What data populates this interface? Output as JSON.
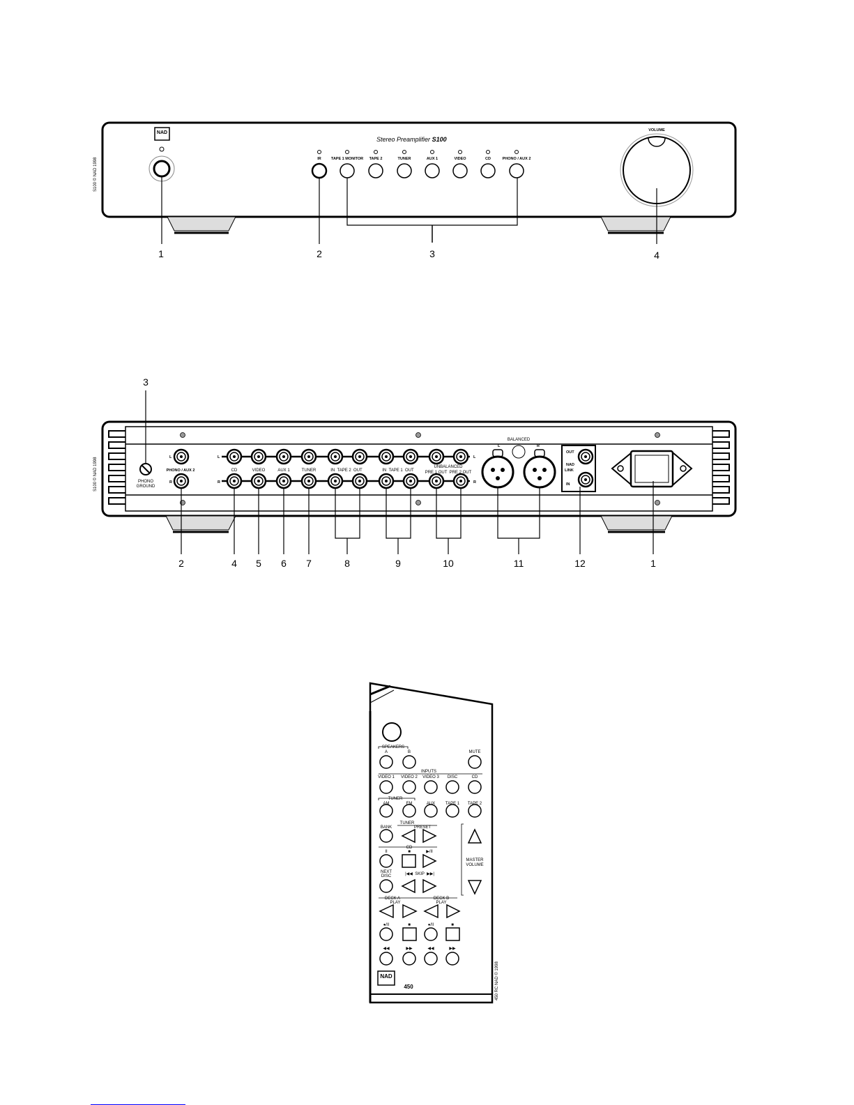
{
  "front_panel": {
    "brand": "NAD",
    "model_title": "Stereo Preamplifier",
    "model_name": "S100",
    "side_copyright": "S100 © NAD 1998",
    "volume_label": "VOLUME",
    "ir_label": "IR",
    "input_labels": [
      "TAPE 1 MONITOR",
      "TAPE 2",
      "TUNER",
      "AUX 1",
      "VIDEO",
      "CD",
      "PHONO / AUX 2"
    ],
    "callouts": [
      "1",
      "2",
      "3",
      "4"
    ]
  },
  "rear_panel": {
    "side_copyright": "S100 © NAD 1998",
    "phono_ground": [
      "PHONO",
      "GROUND"
    ],
    "phono_aux2": "PHONO / AUX 2",
    "channel_l": "L",
    "channel_r": "R",
    "jack_labels": [
      "CD",
      "VIDEO",
      "AUX 1",
      "TUNER"
    ],
    "tape2": "IN  TAPE 2  OUT",
    "tape1": "IN  TAPE 1  OUT",
    "unbalanced": "UNBALANCED",
    "pre_outs": "PRE 1 OUT  PRE 2 OUT",
    "balanced": "BALANCED",
    "nad_link_out": "OUT",
    "nad_link_label": [
      "NAD",
      "LINK"
    ],
    "nad_link_in": "IN",
    "top_callout": "3",
    "callouts": [
      "2",
      "4",
      "5",
      "6",
      "7",
      "8",
      "9",
      "10",
      "11",
      "12",
      "1"
    ]
  },
  "remote": {
    "speakers": "SPEAKERS",
    "speaker_a": "A",
    "speaker_b": "B",
    "mute": "MUTE",
    "inputs": "INPUTS",
    "input_labels": [
      "VIDEO 1",
      "VIDEO 2",
      "VIDEO 3",
      "DISC",
      "CD"
    ],
    "tuner": "TUNER",
    "tuner_row": [
      "AM",
      "FM",
      "AUX",
      "TAPE 1",
      "TAPE 2"
    ],
    "bank": "BANK",
    "preset_tuner": "TUNER",
    "preset": "PRESET",
    "cd": "CD",
    "pause": "II",
    "stop": "■",
    "play_pause": "▶/II",
    "next_disc": [
      "NEXT",
      "DISC"
    ],
    "skip": "|◀◀  SKIP  ▶▶|",
    "master_volume": [
      "MASTER",
      "VOLUME"
    ],
    "deck_a": "DECK A",
    "deck_b": "DECK B",
    "play": "PLAY",
    "rec_pause": "●/II",
    "rew": "◀◀",
    "ffw": "▶▶",
    "brand": "NAD",
    "model": "450",
    "side_text": "450 RC  NAD © 1998"
  }
}
